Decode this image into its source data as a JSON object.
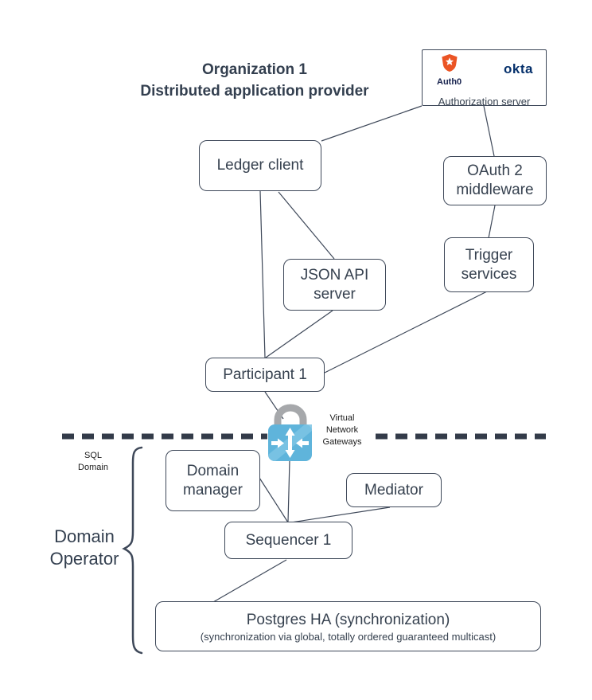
{
  "title": {
    "line1": "Organization 1",
    "line2": "Distributed application provider"
  },
  "auth_server": {
    "label": "Authorization server",
    "auth0_label": "Auth0",
    "okta_label": "okta"
  },
  "nodes": {
    "ledger_client": "Ledger client",
    "oauth2_middleware": "OAuth 2 middleware",
    "trigger_services": "Trigger services",
    "json_api_server": "JSON API server",
    "participant_1": "Participant 1",
    "domain_manager": "Domain manager",
    "mediator": "Mediator",
    "sequencer_1": "Sequencer 1",
    "postgres_ha": "Postgres HA (synchronization)",
    "postgres_ha_sub": "(synchronization via global, totally ordered guaranteed multicast)"
  },
  "labels": {
    "virtual_network_gateways": "Virtual Network Gateways",
    "sql_domain": "SQL Domain",
    "domain_operator": "Domain Operator"
  },
  "icons": {
    "auth0_shield": "auth0-shield",
    "lock": "padlock-shackle",
    "virtual_network_gateway": "blue-square-four-arrows"
  },
  "colors": {
    "line": "#3e4859",
    "text": "#333f4f",
    "dashed_boundary": "#333b49",
    "gateway_blue": "#5fb4db",
    "gateway_blue_light": "#7cc4e4",
    "lock_gray": "#a6a8ab",
    "auth0_orange": "#eb5424",
    "auth0_navy": "#16214d",
    "okta_navy": "#05306b"
  }
}
